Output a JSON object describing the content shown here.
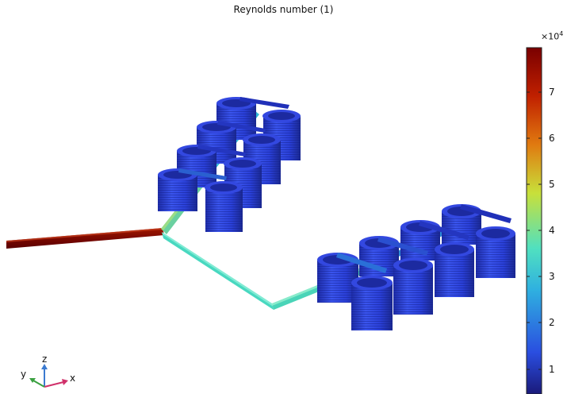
{
  "plot": {
    "title": "Reynolds number (1)"
  },
  "colorbar": {
    "exponent_base": "×10",
    "exponent_power": "4",
    "ticks": [
      "1",
      "2",
      "3",
      "4",
      "5",
      "6",
      "7"
    ],
    "colors": {
      "min": "#1a1a7a",
      "low": "#2a4ee0",
      "mid_low": "#2fb0e0",
      "mid": "#50e0c0",
      "mid_high": "#c8e03a",
      "high": "#e07a10",
      "max": "#7a0000"
    }
  },
  "axes_triad": {
    "x_label": "x",
    "y_label": "y",
    "z_label": "z",
    "x_color": "#d0306a",
    "y_color": "#3aa040",
    "z_color": "#3a7ad0"
  },
  "colors": {
    "coil": "#2a3fe0",
    "coil_dark": "#1c2aa8",
    "coil_light": "#4a64f0",
    "inlet_pipe": "#8a1000"
  }
}
